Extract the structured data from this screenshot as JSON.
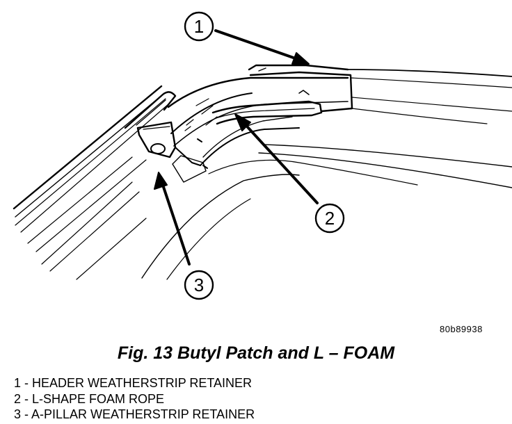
{
  "callouts": [
    {
      "number": "1"
    },
    {
      "number": "2"
    },
    {
      "number": "3"
    }
  ],
  "figure_code": "80b89938",
  "caption": "Fig. 13 Butyl Patch and L – FOAM",
  "legend": [
    "1 - HEADER WEATHERSTRIP RETAINER",
    "2 - L-SHAPE FOAM ROPE",
    "3 - A-PILLAR WEATHERSTRIP RETAINER"
  ]
}
